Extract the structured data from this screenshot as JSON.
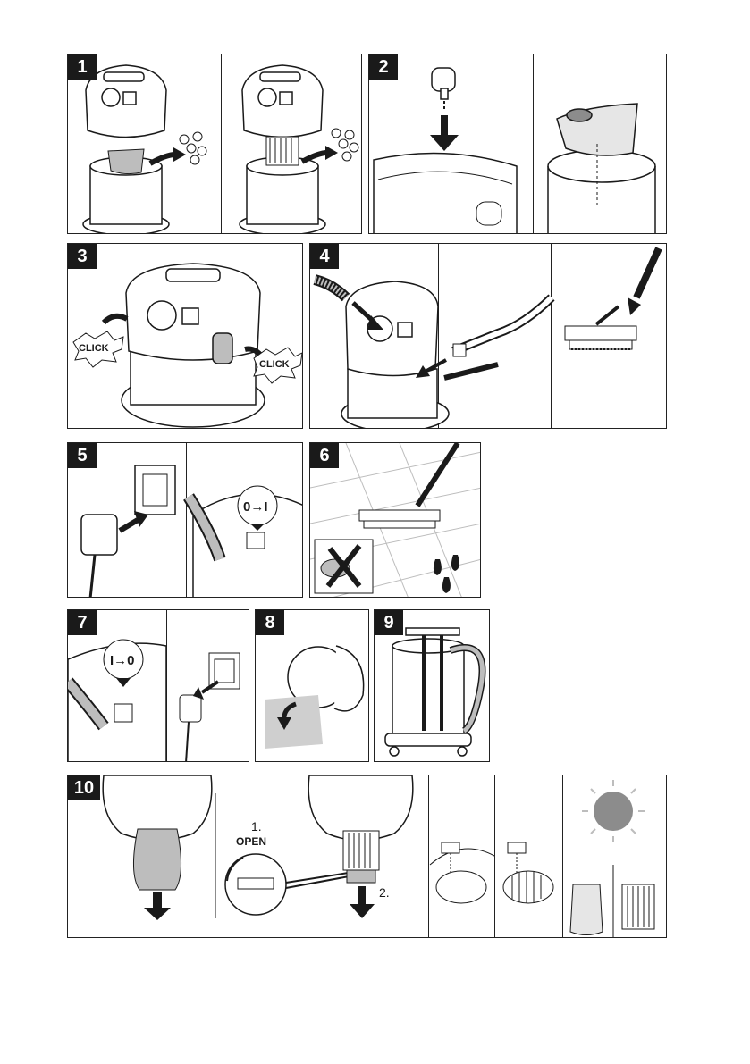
{
  "steps": [
    {
      "number": "1"
    },
    {
      "number": "2"
    },
    {
      "number": "3",
      "click_left": "CLICK",
      "click_right": "CLICK"
    },
    {
      "number": "4"
    },
    {
      "number": "5",
      "switch_label": "0→I"
    },
    {
      "number": "6"
    },
    {
      "number": "7",
      "switch_label": "I→0"
    },
    {
      "number": "8"
    },
    {
      "number": "9"
    },
    {
      "number": "10",
      "step_one": "1.",
      "open_label": "OPEN",
      "step_two": "2."
    }
  ],
  "colors": {
    "ink": "#1a1a1a",
    "gray": "#bdbdbd",
    "light": "#e6e6e6",
    "sun": "#8c8c8c"
  }
}
